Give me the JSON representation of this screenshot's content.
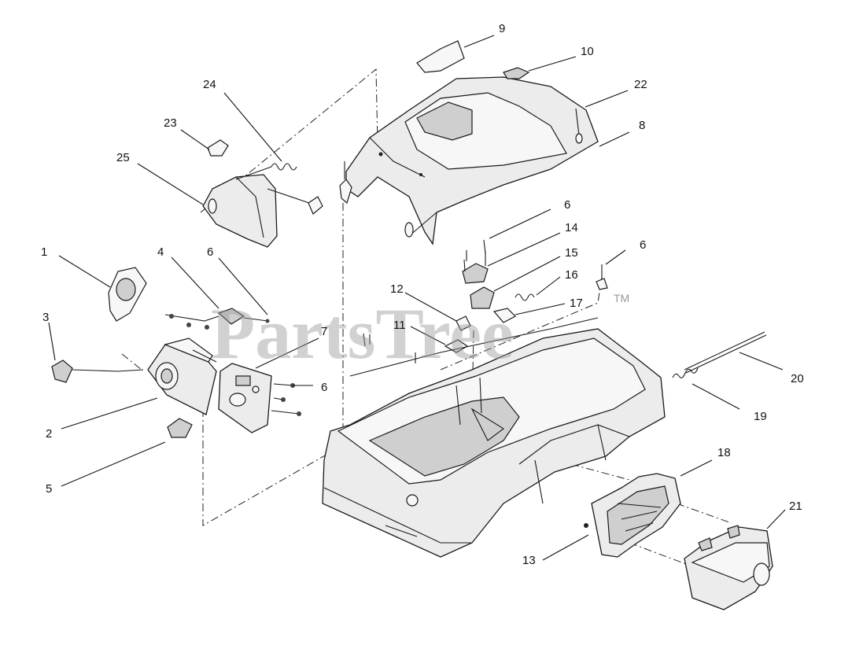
{
  "watermark": {
    "text": "PartsTree",
    "trademark": "TM"
  },
  "callouts": [
    {
      "id": "1",
      "text": "1"
    },
    {
      "id": "2",
      "text": "2"
    },
    {
      "id": "3",
      "text": "3"
    },
    {
      "id": "4",
      "text": "4"
    },
    {
      "id": "5",
      "text": "5"
    },
    {
      "id": "6a",
      "text": "6"
    },
    {
      "id": "6b",
      "text": "6"
    },
    {
      "id": "6c",
      "text": "6"
    },
    {
      "id": "6d",
      "text": "6"
    },
    {
      "id": "7",
      "text": "7"
    },
    {
      "id": "8",
      "text": "8"
    },
    {
      "id": "9",
      "text": "9"
    },
    {
      "id": "10",
      "text": "10"
    },
    {
      "id": "11",
      "text": "11"
    },
    {
      "id": "12",
      "text": "12"
    },
    {
      "id": "13",
      "text": "13"
    },
    {
      "id": "14",
      "text": "14"
    },
    {
      "id": "15",
      "text": "15"
    },
    {
      "id": "16",
      "text": "16"
    },
    {
      "id": "17",
      "text": "17"
    },
    {
      "id": "18",
      "text": "18"
    },
    {
      "id": "19",
      "text": "19"
    },
    {
      "id": "20",
      "text": "20"
    },
    {
      "id": "21",
      "text": "21"
    },
    {
      "id": "22",
      "text": "22"
    },
    {
      "id": "23",
      "text": "23"
    },
    {
      "id": "24",
      "text": "24"
    },
    {
      "id": "25",
      "text": "25"
    }
  ]
}
